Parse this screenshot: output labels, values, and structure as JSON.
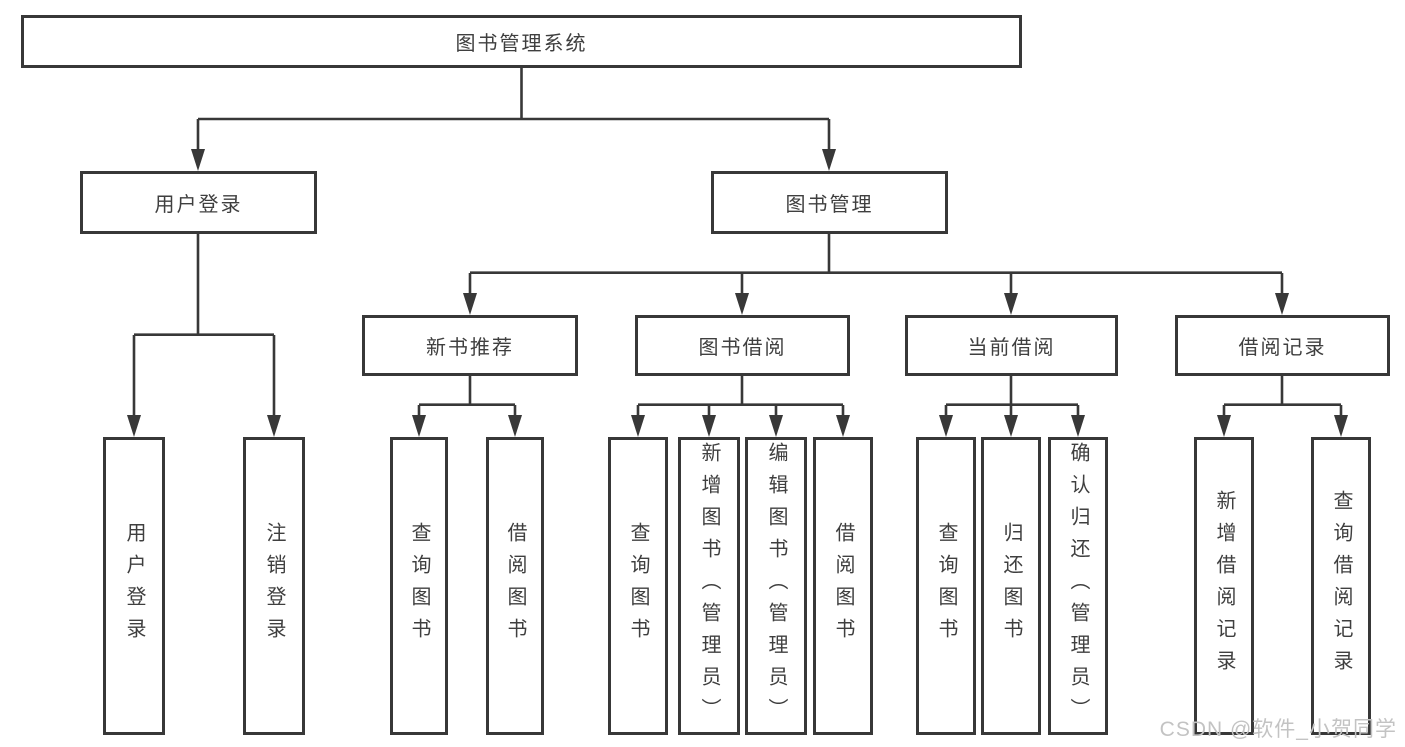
{
  "diagram_title": "图书管理系统",
  "tree": {
    "label": "图书管理系统",
    "children": [
      {
        "label": "用户登录",
        "children": [
          {
            "label": "用户登录"
          },
          {
            "label": "注销登录"
          }
        ]
      },
      {
        "label": "图书管理",
        "children": [
          {
            "label": "新书推荐",
            "children": [
              {
                "label": "查询图书"
              },
              {
                "label": "借阅图书"
              }
            ]
          },
          {
            "label": "图书借阅",
            "children": [
              {
                "label": "查询图书"
              },
              {
                "label": "新增图书（管理员）"
              },
              {
                "label": "编辑图书（管理员）"
              },
              {
                "label": "借阅图书"
              }
            ]
          },
          {
            "label": "当前借阅",
            "children": [
              {
                "label": "查询图书"
              },
              {
                "label": "归还图书"
              },
              {
                "label": "确认归还（管理员）"
              }
            ]
          },
          {
            "label": "借阅记录",
            "children": [
              {
                "label": "新增借阅记录"
              },
              {
                "label": "查询借阅记录"
              }
            ]
          }
        ]
      }
    ]
  },
  "colors": {
    "line": "#383838",
    "text": "#3f3f3f",
    "watermark": "#c3c3c3",
    "background": "#ffffff"
  },
  "watermark": {
    "text": "CSDN @软件_小贺同学"
  }
}
